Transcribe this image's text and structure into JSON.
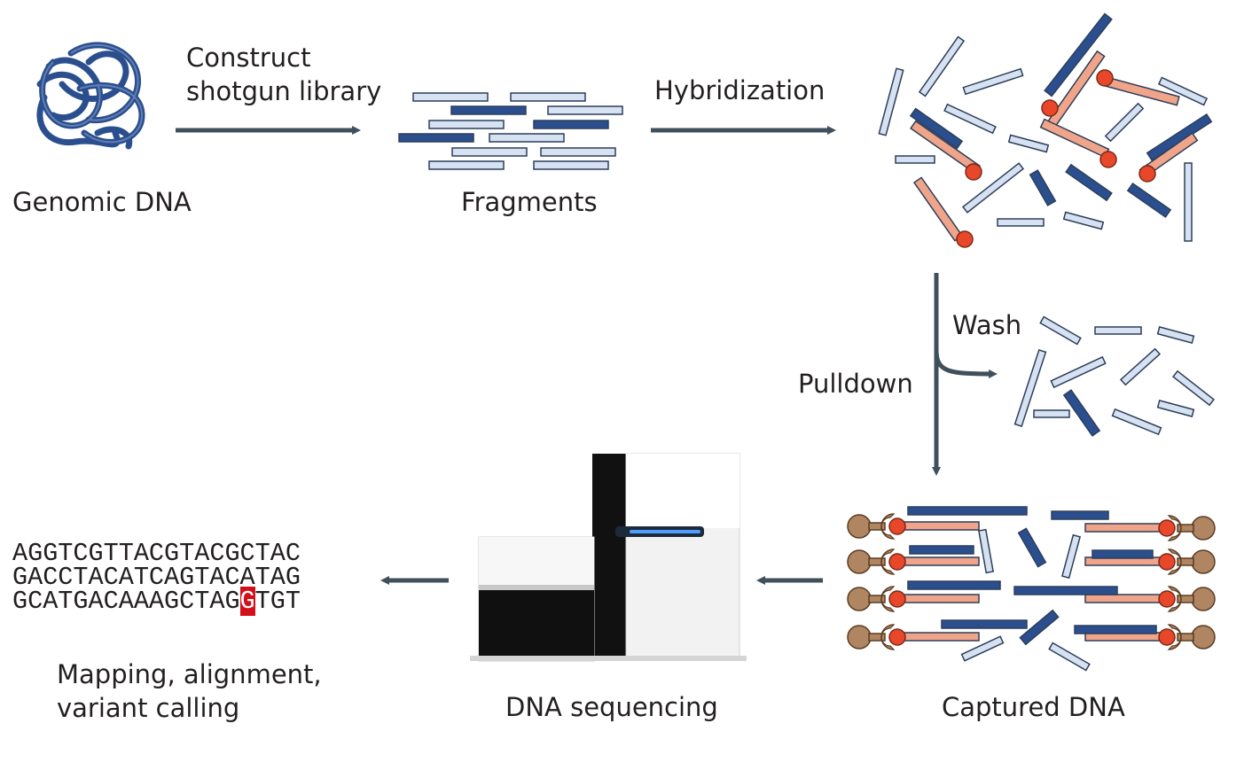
{
  "labels": {
    "genomic_dna": "Genomic DNA",
    "construct_line1": "Construct",
    "construct_line2": "shotgun library",
    "fragments": "Fragments",
    "hybridization": "Hybridization",
    "wash": "Wash",
    "pulldown": "Pulldown",
    "captured_dna": "Captured DNA",
    "dna_sequencing": "DNA sequencing",
    "mapping_line1": "Mapping, alignment,",
    "mapping_line2": "variant calling"
  },
  "sequence": {
    "line1": "AGGTCGTTACGTACGCTAC",
    "line2": "GACCTACATCAGTACATAG",
    "line3_prefix": "GCATGACAAAGCTAG",
    "line3_variant": "G",
    "line3_suffix": "TGT"
  },
  "colors": {
    "dark_fragment": "#2b4f8e",
    "light_fragment": "#d6e2f2",
    "bait": "#f0a48a",
    "bead": "#e8472a",
    "anchor": "#b08562",
    "arrow": "#3f4f5c",
    "variant_highlight": "#d2101a"
  }
}
